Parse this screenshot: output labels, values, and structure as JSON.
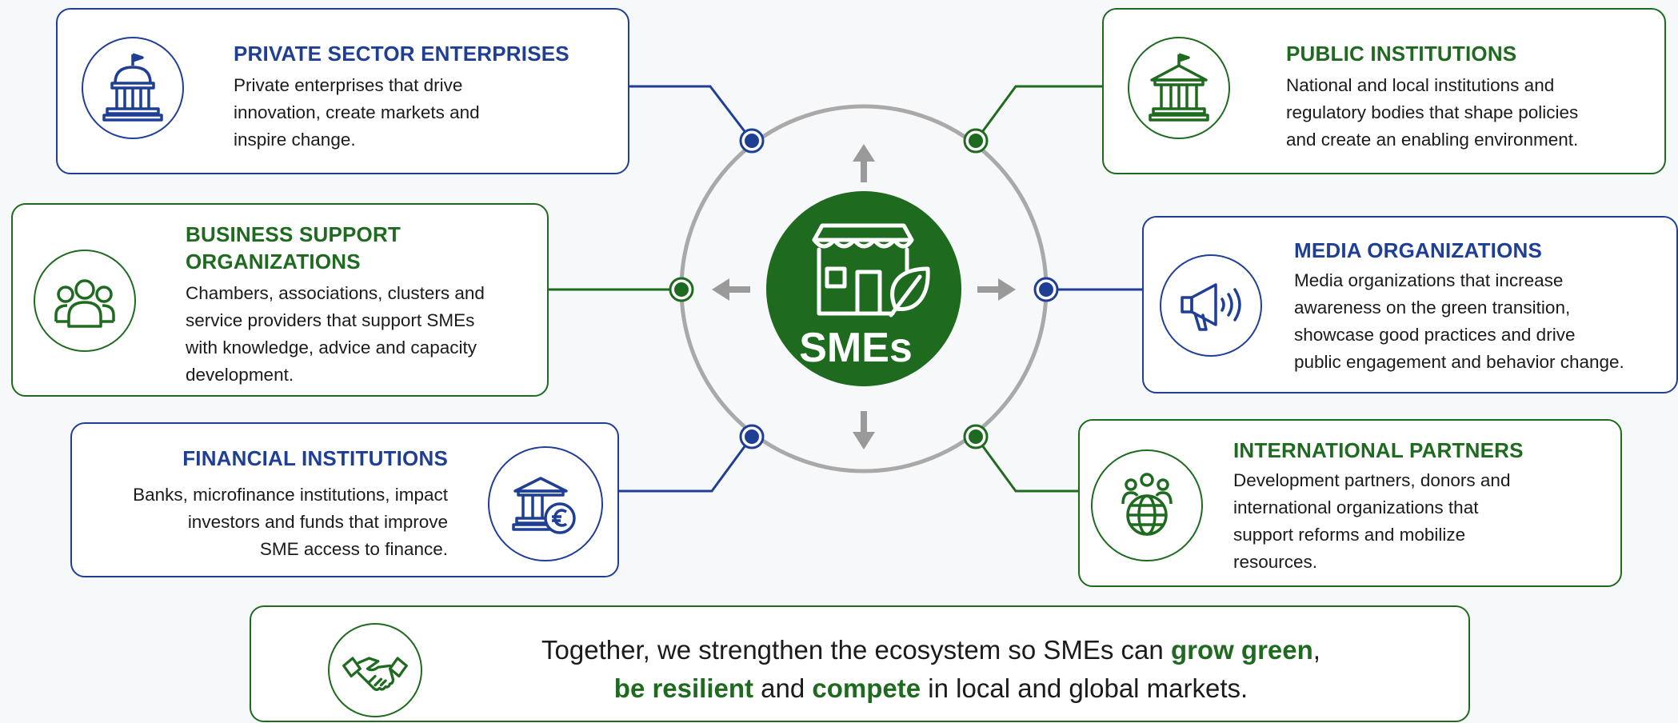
{
  "center": {
    "label": "SMEs"
  },
  "actors": {
    "private_sector": {
      "title": "PRIVATE SECTOR ENTERPRISES",
      "desc_lines": [
        "Private enterprises that drive",
        "innovation, create markets and",
        "inspire change."
      ],
      "icon": "government-building-icon"
    },
    "public_institutions": {
      "title": "PUBLIC INSTITUTIONS",
      "desc_lines": [
        "National and local institutions and",
        "regulatory bodies that shape policies",
        "and create an enabling environment."
      ],
      "icon": "government-building-icon"
    },
    "business_support": {
      "title_lines": [
        "BUSINESS SUPPORT",
        "ORGANIZATIONS"
      ],
      "desc_lines": [
        "Chambers, associations, clusters and",
        "service providers that support SMEs",
        "with knowledge, advice and capacity",
        "development."
      ],
      "icon": "people-group-icon"
    },
    "media": {
      "title": "MEDIA ORGANIZATIONS",
      "desc_lines": [
        "Media organizations that increase",
        "awareness on the green transition,",
        "showcase good practices and drive",
        "public engagement and behavior change."
      ],
      "icon": "megaphone-icon"
    },
    "financial": {
      "title": "FINANCIAL INSTITUTIONS",
      "desc_lines": [
        "Banks, microfinance institutions, impact",
        "investors and funds that improve",
        "SME access to finance."
      ],
      "icon": "bank-euro-icon"
    },
    "international": {
      "title": "INTERNATIONAL PARTNERS",
      "desc_lines": [
        "Development partners, donors and",
        "international organizations that",
        "support reforms and mobilize",
        "resources."
      ],
      "icon": "people-globe-icon"
    }
  },
  "banner": {
    "line1_prefix": "Together, we strengthen the ecosystem so SMEs can ",
    "line1_highlight": "grow green",
    "line1_suffix": ",",
    "line2_highlight1": "be resilient",
    "line2_middle": " and ",
    "line2_highlight2": "compete",
    "line2_suffix": " in local and global markets.",
    "icon": "handshake-icon"
  },
  "colors": {
    "blue": "#1f3f95",
    "green": "#1e6a1f",
    "ring": "#a9a9a9",
    "arrow": "#9a9a9a",
    "background": "#f7f8fa"
  }
}
